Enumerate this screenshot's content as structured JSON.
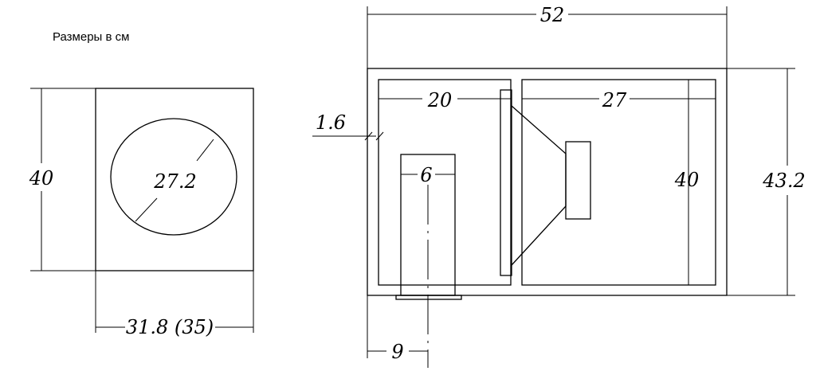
{
  "note": "Размеры в см",
  "front_view": {
    "height": "40",
    "width": "31.8 (35)",
    "speaker_diameter": "27.2"
  },
  "side_section": {
    "overall_length": "52",
    "overall_height": "43.2",
    "panel_thickness": "1.6",
    "port_chamber_length": "20",
    "speaker_chamber_length": "27",
    "inner_height": "40",
    "port_width": "6",
    "port_offset": "9"
  }
}
